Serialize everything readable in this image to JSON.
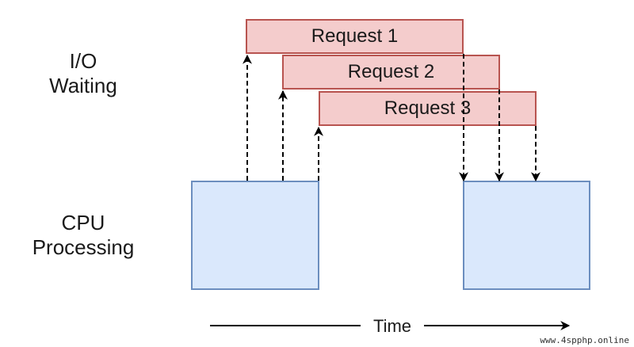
{
  "labels": {
    "io_line1": "I/O",
    "io_line2": "Waiting",
    "cpu_line1": "CPU",
    "cpu_line2": "Processing",
    "time": "Time"
  },
  "requests": [
    {
      "label": "Request 1"
    },
    {
      "label": "Request 2"
    },
    {
      "label": "Request 3"
    }
  ],
  "watermark": "www.4spphp.online",
  "colors": {
    "request_fill": "#f4cccc",
    "request_border": "#b85450",
    "cpu_fill": "#dae8fc",
    "cpu_border": "#6c8ebf",
    "arrow": "#000000"
  }
}
